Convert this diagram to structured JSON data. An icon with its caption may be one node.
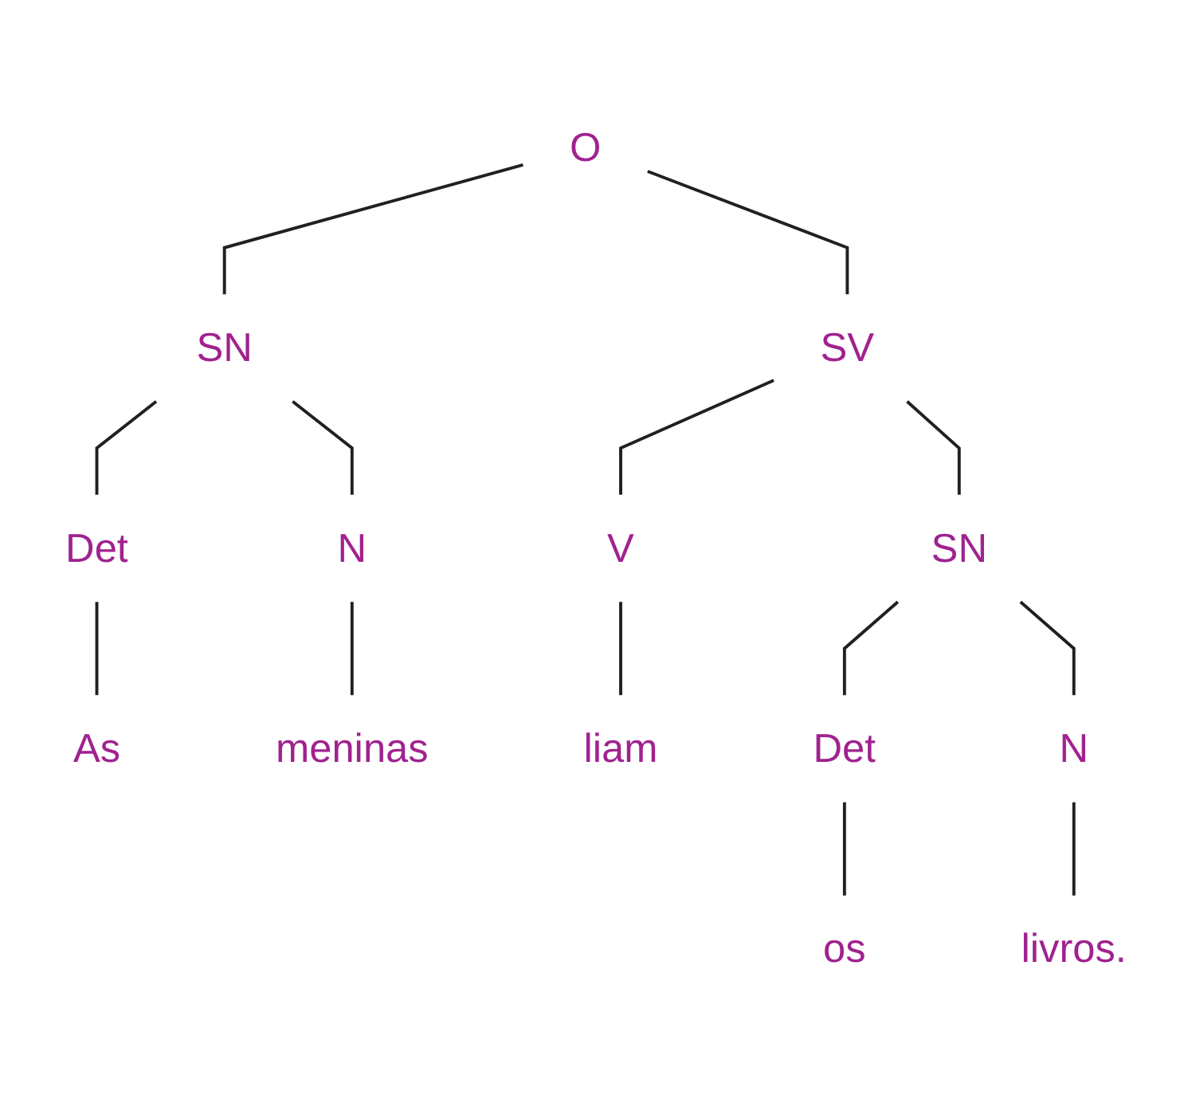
{
  "diagram": {
    "nodes": [
      {
        "text": [
          "O"
        ]
      },
      {
        "text": [
          "SN"
        ]
      },
      {
        "text": [
          "SV"
        ]
      },
      {
        "text": [
          "Det"
        ]
      },
      {
        "text": [
          "N"
        ]
      },
      {
        "text": [
          "V"
        ]
      },
      {
        "text": [
          "SN"
        ]
      },
      {
        "text": [
          "Det"
        ]
      },
      {
        "text": [
          "N"
        ]
      },
      {
        "text": [
          "As"
        ]
      },
      {
        "text": [
          "meninas"
        ]
      },
      {
        "text": [
          "liam"
        ]
      },
      {
        "text": [
          "os"
        ]
      },
      {
        "text": [
          "livros."
        ]
      }
    ],
    "edges": [
      {
        "from": 0,
        "to": 1,
        "arrow": "none"
      },
      {
        "from": 0,
        "to": 2,
        "arrow": "none"
      },
      {
        "from": 1,
        "to": 3,
        "arrow": "none"
      },
      {
        "from": 1,
        "to": 4,
        "arrow": "none"
      },
      {
        "from": 2,
        "to": 5,
        "arrow": "none"
      },
      {
        "from": 2,
        "to": 6,
        "arrow": "none"
      },
      {
        "from": 6,
        "to": 7,
        "arrow": "none"
      },
      {
        "from": 6,
        "to": 8,
        "arrow": "none"
      },
      {
        "from": 3,
        "to": 9,
        "arrow": "none"
      },
      {
        "from": 4,
        "to": 10,
        "arrow": "none"
      },
      {
        "from": 5,
        "to": 11,
        "arrow": "none"
      },
      {
        "from": 7,
        "to": 12,
        "arrow": "none"
      },
      {
        "from": 8,
        "to": 13,
        "arrow": "none"
      }
    ]
  }
}
